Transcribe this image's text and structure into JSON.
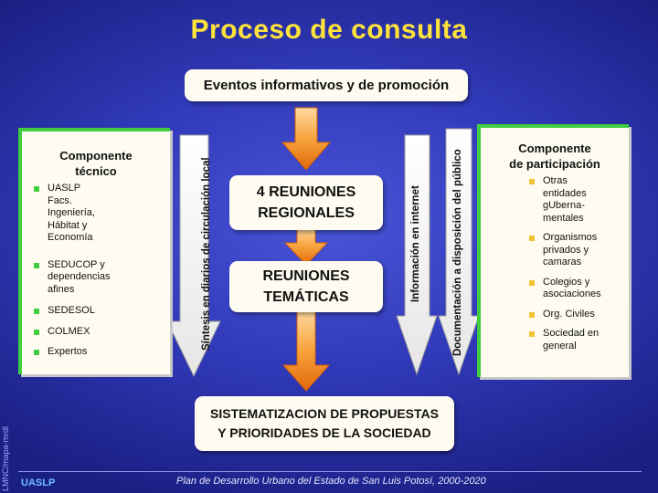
{
  "title": "Proceso de consulta",
  "top_box": "Eventos informativos y de promoción",
  "reuniones_regionales": [
    "4 REUNIONES",
    "REGIONALES"
  ],
  "reuniones_tematicas": [
    "REUNIONES",
    "TEMÁTICAS"
  ],
  "bottom_box": [
    "SISTEMATIZACION DE PROPUESTAS",
    "Y PRIORIDADES DE LA SOCIEDAD"
  ],
  "left_panel": {
    "title": [
      "Componente",
      "técnico"
    ],
    "items": [
      "UASLP\nFacs.\nIngeniería,\nHábitat y\nEconomía",
      "SEDUCOP y\ndependencias\nafines",
      "SEDESOL",
      "COLMEX",
      "Expertos"
    ]
  },
  "right_panel": {
    "title": [
      "Componente",
      "de participación"
    ],
    "items": [
      "Otras\nentidades\ngUberna-\nmentales",
      "Organismos\nprivados y\ncamaras",
      "Colegios y\nasociaciones",
      "Org. Civiles",
      "Sociedad en\ngeneral"
    ]
  },
  "vertical_labels": {
    "left": "Síntesis en diarios de circulación local",
    "right1": "Información en internet",
    "right2": "Documentación a disposición del público"
  },
  "footer": {
    "left": "UASLP",
    "center": "Plan de Desarrollo Urbano del Estado de San Luis Potosí, 2000-2020",
    "side": "LMNC/mapa-mrdl"
  },
  "colors": {
    "title": "#ffe23a",
    "panel_border": "#3fce3f",
    "arrow_orange": "#f28c1e",
    "arrow_blue": "#1a2bd0",
    "bullet_left": "#3fce3f",
    "bullet_right": "#f1c234"
  }
}
